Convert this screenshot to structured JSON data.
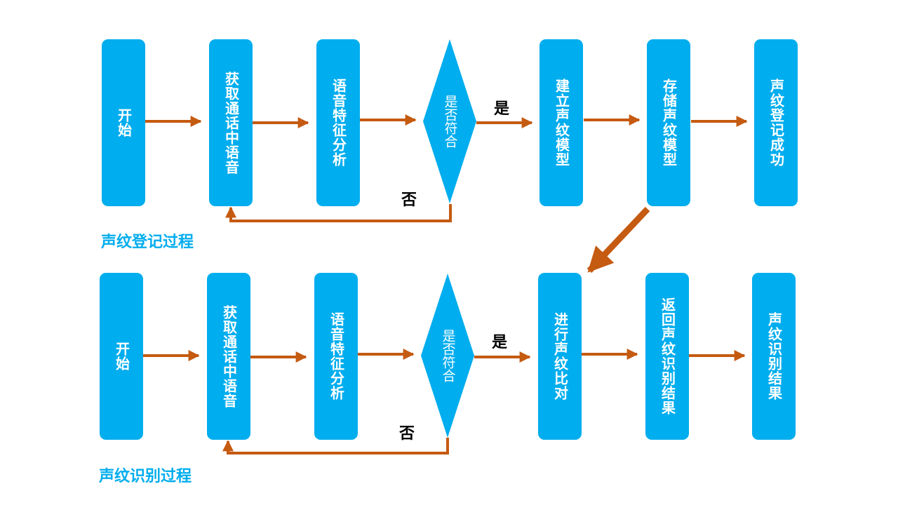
{
  "colors": {
    "box": "#00adee",
    "arrow": "#c55a11",
    "title": "#00adee"
  },
  "rows": [
    {
      "nodes": [
        "开始",
        "获取通话中语音",
        "语音特征分析",
        "是否符合",
        "建立声纹模型",
        "存储声纹模型",
        "声纹登记成功"
      ],
      "yes_label": "是",
      "no_label": "否",
      "title": "声纹登记过程"
    },
    {
      "nodes": [
        "开始",
        "获取通话中语音",
        "语音特征分析",
        "是否符合",
        "进行声纹比对",
        "返回声纹识别结果",
        "声纹识别结果"
      ],
      "yes_label": "是",
      "no_label": "否",
      "title": "声纹识别过程"
    }
  ]
}
